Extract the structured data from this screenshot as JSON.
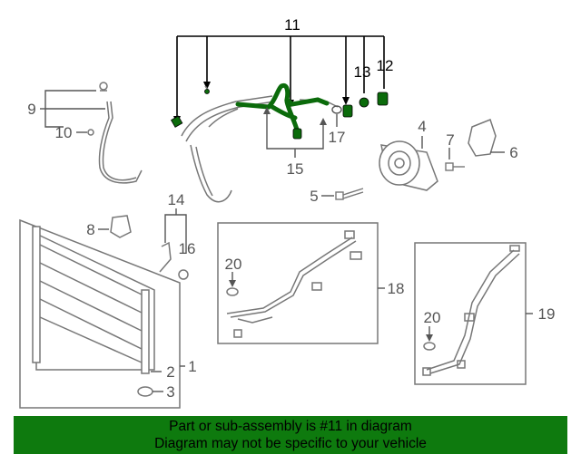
{
  "colors": {
    "highlight": "#0b6b0b",
    "part_line": "#777777",
    "callout_text": "#555555",
    "banner_bg": "#0e7a0e"
  },
  "callouts": {
    "c1": "1",
    "c2": "2",
    "c3": "3",
    "c4": "4",
    "c5": "5",
    "c6": "6",
    "c7": "7",
    "c8": "8",
    "c9": "9",
    "c10": "10",
    "c11": "11",
    "c12": "12",
    "c13": "13",
    "c14": "14",
    "c15": "15",
    "c16": "16",
    "c17": "17",
    "c18": "18",
    "c19": "19",
    "c20a": "20",
    "c20b": "20"
  },
  "banner": {
    "line1": "Part or sub-assembly is #11 in diagram",
    "line2": "Diagram may not be specific to your vehicle"
  }
}
